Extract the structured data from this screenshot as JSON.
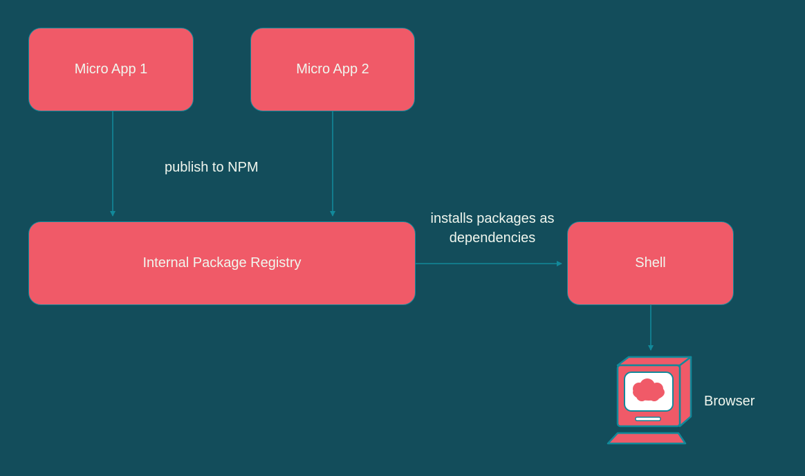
{
  "diagram": {
    "nodes": {
      "micro_app_1": {
        "label": "Micro App 1"
      },
      "micro_app_2": {
        "label": "Micro App 2"
      },
      "registry": {
        "label": "Internal Package Registry"
      },
      "shell": {
        "label": "Shell"
      }
    },
    "edges": {
      "publish_label": "publish to NPM",
      "installs_label": "installs packages as dependencies"
    },
    "browser_label": "Browser",
    "icons": {
      "computer": "retro-computer-with-cloud-screen-icon"
    },
    "colors": {
      "background": "#134d5b",
      "node_fill": "#f05a68",
      "accent": "#12899a",
      "text": "#f0f6ee"
    }
  }
}
